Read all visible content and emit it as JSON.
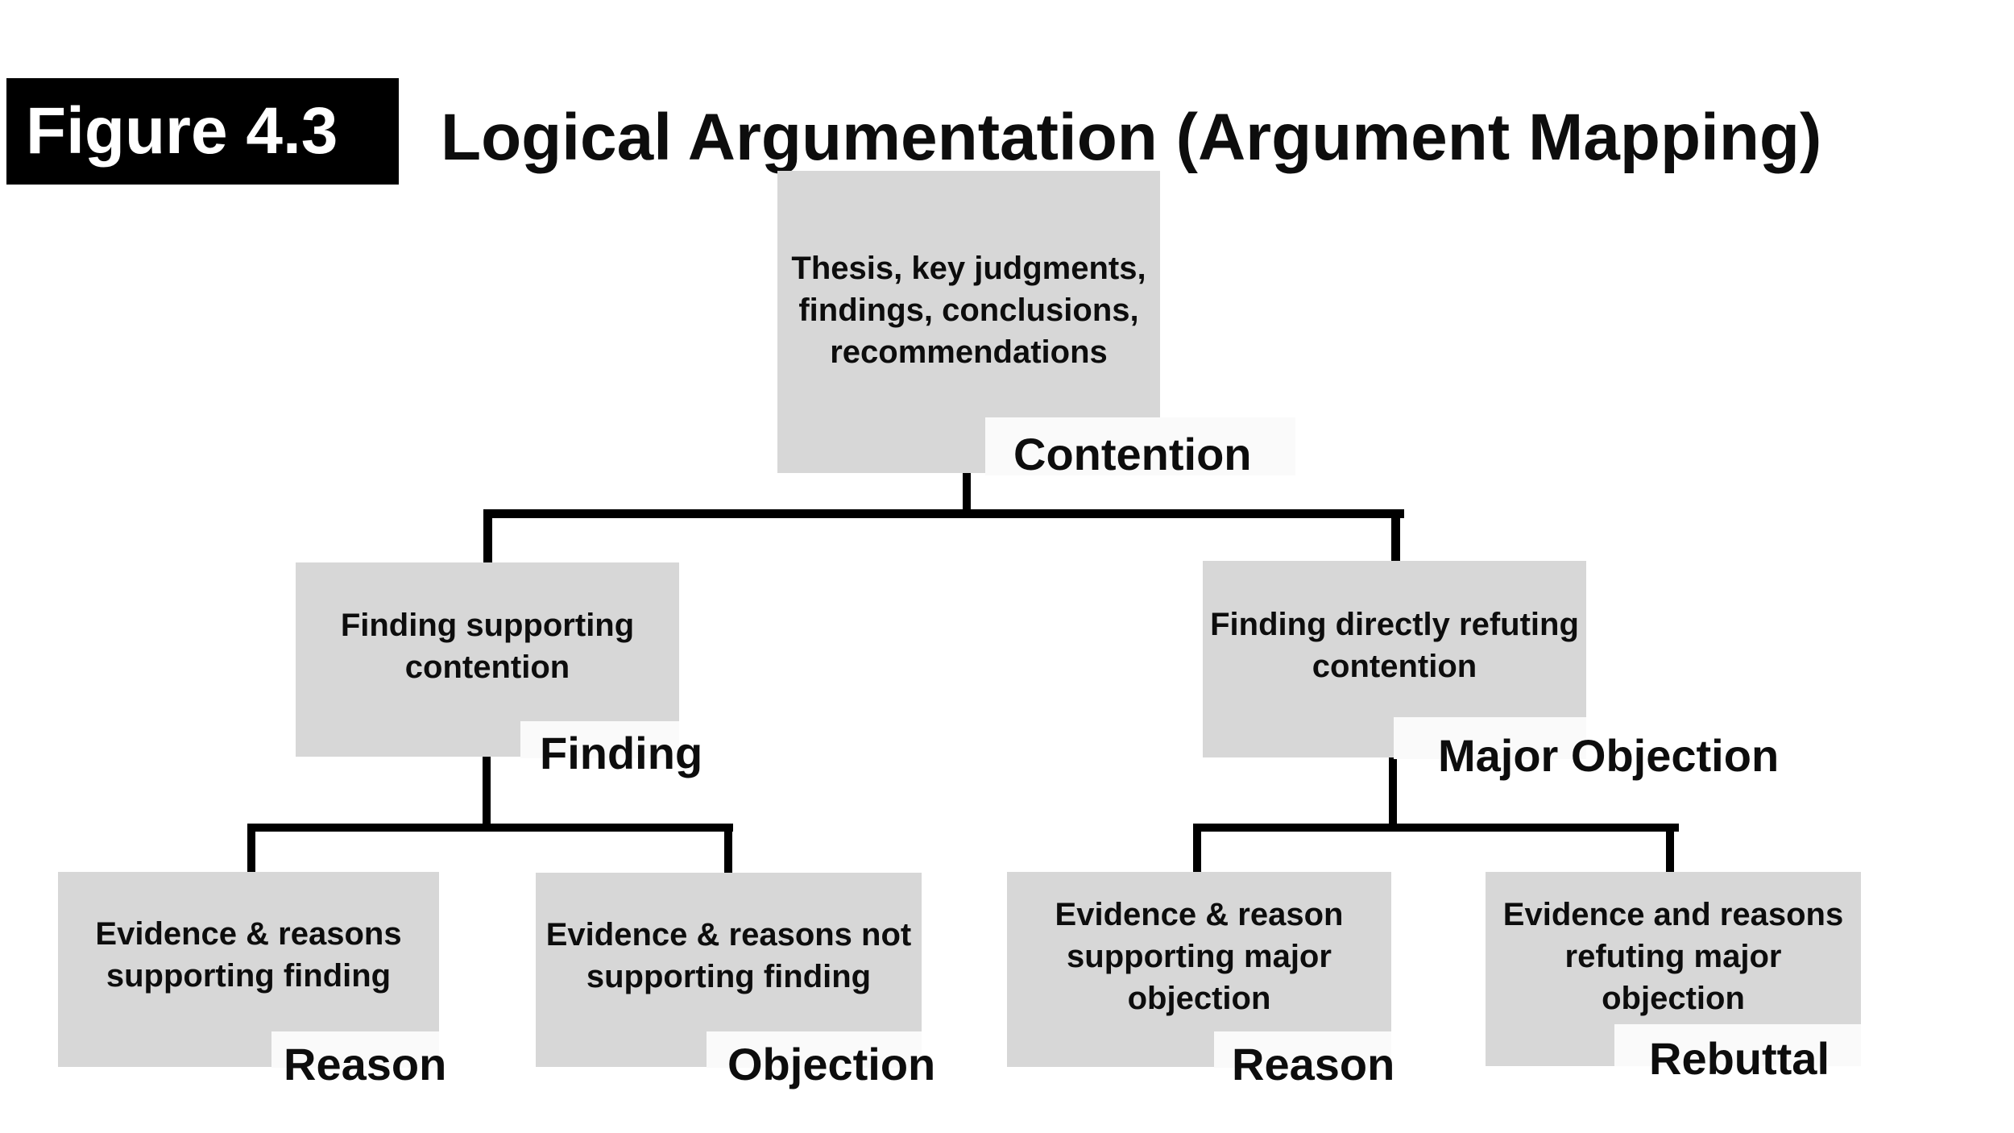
{
  "figure_label": "Figure 4.3",
  "title": "Logical Argumentation (Argument Mapping)",
  "colors": {
    "background": "#ffffff",
    "node_fill": "#d7d7d7",
    "label_fill": "#fafafa",
    "connector": "#000000",
    "figure_box_fill": "#000000",
    "figure_box_text": "#ffffff",
    "text": "#0d0d0d"
  },
  "nodes": [
    {
      "id": "contention",
      "body": "Thesis, key judgments,\nfindings, conclusions,\nrecommendations",
      "label": "Contention"
    },
    {
      "id": "finding",
      "body": "Finding supporting\ncontention",
      "label": "Finding"
    },
    {
      "id": "major-objection",
      "body": "Finding directly refuting\ncontention",
      "label": "Major Objection"
    },
    {
      "id": "reason-for-finding",
      "body": "Evidence & reasons\nsupporting finding",
      "label": "Reason"
    },
    {
      "id": "objection-to-finding",
      "body": "Evidence & reasons not\nsupporting finding",
      "label": "Objection"
    },
    {
      "id": "reason-for-major-objection",
      "body": "Evidence & reason\nsupporting major\nobjection",
      "label": "Reason"
    },
    {
      "id": "rebuttal-of-major-objection",
      "body": "Evidence and reasons\nrefuting major\nobjection",
      "label": "Rebuttal"
    }
  ],
  "edges": [
    "contention -> finding",
    "contention -> major-objection",
    "finding -> reason-for-finding",
    "finding -> objection-to-finding",
    "major-objection -> reason-for-major-objection",
    "major-objection -> rebuttal-of-major-objection"
  ]
}
